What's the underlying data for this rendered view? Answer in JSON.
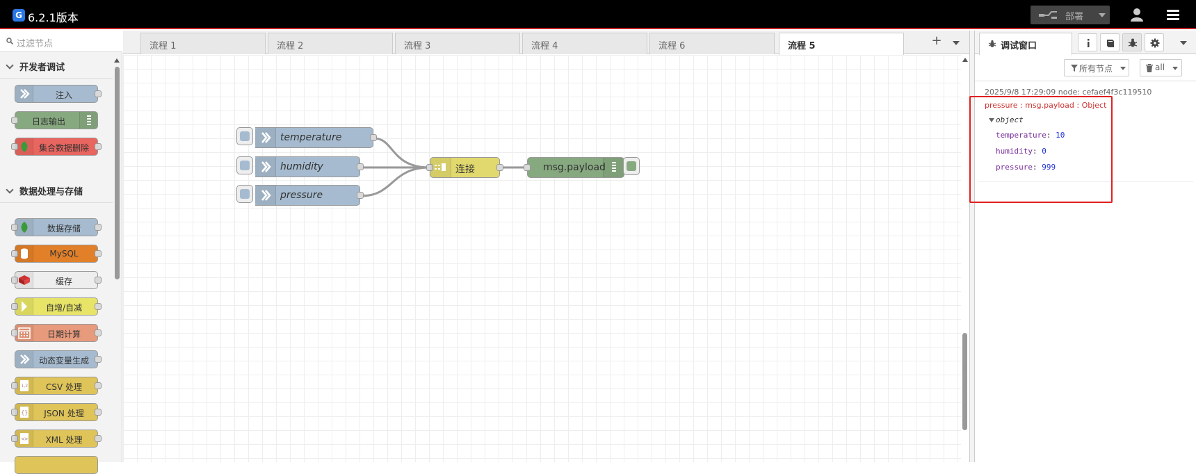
{
  "header": {
    "app_title": "6.2.1版本",
    "logo_glyph": "G",
    "deploy_label": "部署",
    "accent": "#c02020"
  },
  "palette": {
    "search_placeholder": "过滤节点",
    "categories": [
      {
        "label": "开发者调试",
        "nodes": [
          {
            "label": "注入",
            "color": "#a6bbcf",
            "icon": "arrow-right-icon"
          },
          {
            "label": "日志输出",
            "color": "#87a980",
            "icon": "list-icon"
          },
          {
            "label": "集合数据删除",
            "color": "#e9655f",
            "icon": "leaf-icon"
          }
        ]
      },
      {
        "label": "数据处理与存储",
        "nodes": [
          {
            "label": "数据存储",
            "color": "#a6bbcf",
            "icon": "leaf-icon"
          },
          {
            "label": "MySQL",
            "color": "#e2802a",
            "icon": "database-icon"
          },
          {
            "label": "缓存",
            "color": "#eeeeee",
            "icon": "redis-icon"
          },
          {
            "label": "自增/自减",
            "color": "#e7e467",
            "icon": "arrow-right-icon"
          },
          {
            "label": "日期计算",
            "color": "#e89a7c",
            "icon": "calendar-icon"
          },
          {
            "label": "动态变量生成",
            "color": "#a6bbcf",
            "icon": "arrow-right-icon"
          },
          {
            "label": "CSV 处理",
            "color": "#dfc459",
            "icon": "csv-icon"
          },
          {
            "label": "JSON 处理",
            "color": "#dfc459",
            "icon": "json-icon"
          },
          {
            "label": "XML 处理",
            "color": "#dfc459",
            "icon": "xml-icon"
          }
        ]
      }
    ]
  },
  "workspace": {
    "tabs": [
      "流程 1",
      "流程 2",
      "流程 3",
      "流程 4",
      "流程 6",
      "流程 5"
    ],
    "active_tab": "流程 5",
    "nodes": {
      "temperature": "temperature",
      "humidity": "humidity",
      "pressure": "pressure",
      "join": "连接",
      "debug": "msg.payload"
    }
  },
  "sidebar": {
    "tab_label": "调试窗口",
    "filter_label": "所有节点",
    "clear_label": "all",
    "message": {
      "meta": "2025/9/8 17:29:09   node: cefaef4f3c119510",
      "topic": "pressure : msg.payload : Object",
      "object_label": "object",
      "properties": [
        {
          "key": "temperature",
          "value": "10"
        },
        {
          "key": "humidity",
          "value": "0"
        },
        {
          "key": "pressure",
          "value": "999"
        }
      ]
    }
  }
}
